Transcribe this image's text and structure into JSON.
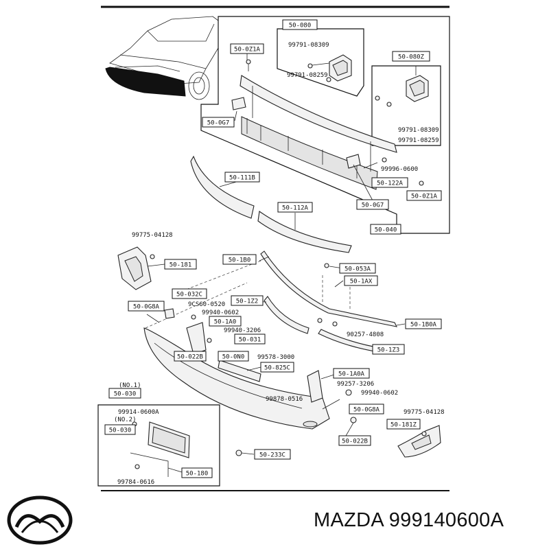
{
  "footer": {
    "brand_text": "MAZDA 999140600A"
  },
  "labels": [
    {
      "id": "L1",
      "text": "50-080"
    },
    {
      "id": "L2",
      "text": "99791-08309"
    },
    {
      "id": "L3",
      "text": "99791-08259"
    },
    {
      "id": "L4",
      "text": "50-0Z1A"
    },
    {
      "id": "L5",
      "text": "50-080Z"
    },
    {
      "id": "L6",
      "text": "99791-08309"
    },
    {
      "id": "L7",
      "text": "99791-08259"
    },
    {
      "id": "L8",
      "text": "50-0G7"
    },
    {
      "id": "L9",
      "text": "99996-0600"
    },
    {
      "id": "L10",
      "text": "50-111B"
    },
    {
      "id": "L11",
      "text": "50-122A"
    },
    {
      "id": "L12",
      "text": "50-0Z1A"
    },
    {
      "id": "L13",
      "text": "50-0G7"
    },
    {
      "id": "L14",
      "text": "50-112A"
    },
    {
      "id": "L15",
      "text": "50-040"
    },
    {
      "id": "L16",
      "text": "99775-04128"
    },
    {
      "id": "L17",
      "text": "50-181"
    },
    {
      "id": "L18",
      "text": "50-1B0"
    },
    {
      "id": "L19",
      "text": "50-053A"
    },
    {
      "id": "L20",
      "text": "50-1AX"
    },
    {
      "id": "L21",
      "text": "50-032C"
    },
    {
      "id": "L22",
      "text": "9CS60-0520"
    },
    {
      "id": "L23",
      "text": "50-0G8A"
    },
    {
      "id": "L24",
      "text": "99940-0602"
    },
    {
      "id": "L25",
      "text": "50-1Z2"
    },
    {
      "id": "L26",
      "text": "50-1A0"
    },
    {
      "id": "L27",
      "text": "99940-3206"
    },
    {
      "id": "L28",
      "text": "50-1B0A"
    },
    {
      "id": "L29",
      "text": "90257-4808"
    },
    {
      "id": "L30",
      "text": "50-031"
    },
    {
      "id": "L31",
      "text": "50-022B"
    },
    {
      "id": "L32",
      "text": "50-0N0"
    },
    {
      "id": "L33",
      "text": "99578-3000"
    },
    {
      "id": "L34",
      "text": "50-1Z3"
    },
    {
      "id": "L35",
      "text": "50-825C"
    },
    {
      "id": "L36",
      "text": "50-1A0A"
    },
    {
      "id": "L37",
      "text": "(NO.1)"
    },
    {
      "id": "L38",
      "text": "50-030"
    },
    {
      "id": "L39",
      "text": "99257-3206"
    },
    {
      "id": "L40",
      "text": "99940-0602"
    },
    {
      "id": "L41",
      "text": "99878-0516"
    },
    {
      "id": "L42",
      "text": "99914-0600A"
    },
    {
      "id": "L43",
      "text": "(NO.2)"
    },
    {
      "id": "L44",
      "text": "50-030"
    },
    {
      "id": "L45",
      "text": "50-0G8A"
    },
    {
      "id": "L46",
      "text": "99775-04128"
    },
    {
      "id": "L47",
      "text": "50-181Z"
    },
    {
      "id": "L48",
      "text": "50-022B"
    },
    {
      "id": "L49",
      "text": "50-233C"
    },
    {
      "id": "L50",
      "text": "50-180"
    },
    {
      "id": "L51",
      "text": "99784-0616"
    }
  ]
}
